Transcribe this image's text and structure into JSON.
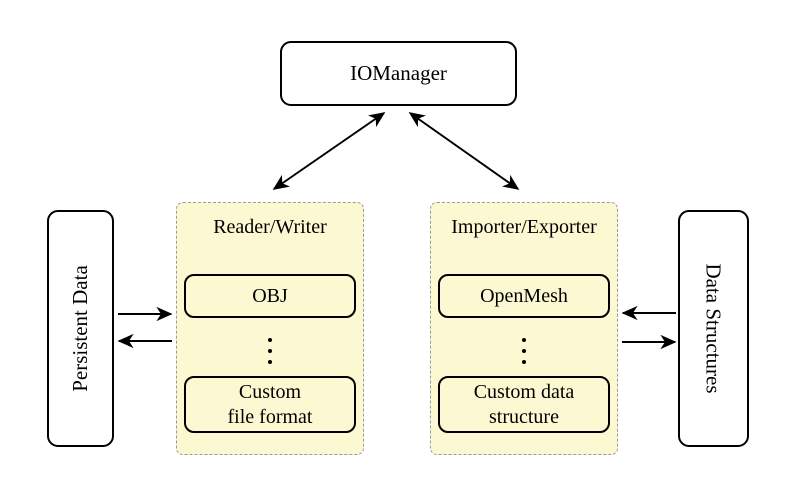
{
  "colors": {
    "panel_fill": "#FCF9D2",
    "panel_border": "#9A9A9A",
    "line": "#000000",
    "node_fill": "#FFFFFF",
    "arrow": "#000000"
  },
  "nodes": {
    "iomanager": "IOManager",
    "persistent_data": "Persistent Data",
    "data_structures": "Data Structures"
  },
  "panels": {
    "reader_writer": {
      "title": "Reader/Writer",
      "items": [
        "OBJ",
        "Custom\nfile format"
      ],
      "ellipsis_icon": "vertical-ellipsis"
    },
    "importer_exporter": {
      "title": "Importer/Exporter",
      "items": [
        "OpenMesh",
        "Custom data\nstructure"
      ],
      "ellipsis_icon": "vertical-ellipsis"
    }
  }
}
